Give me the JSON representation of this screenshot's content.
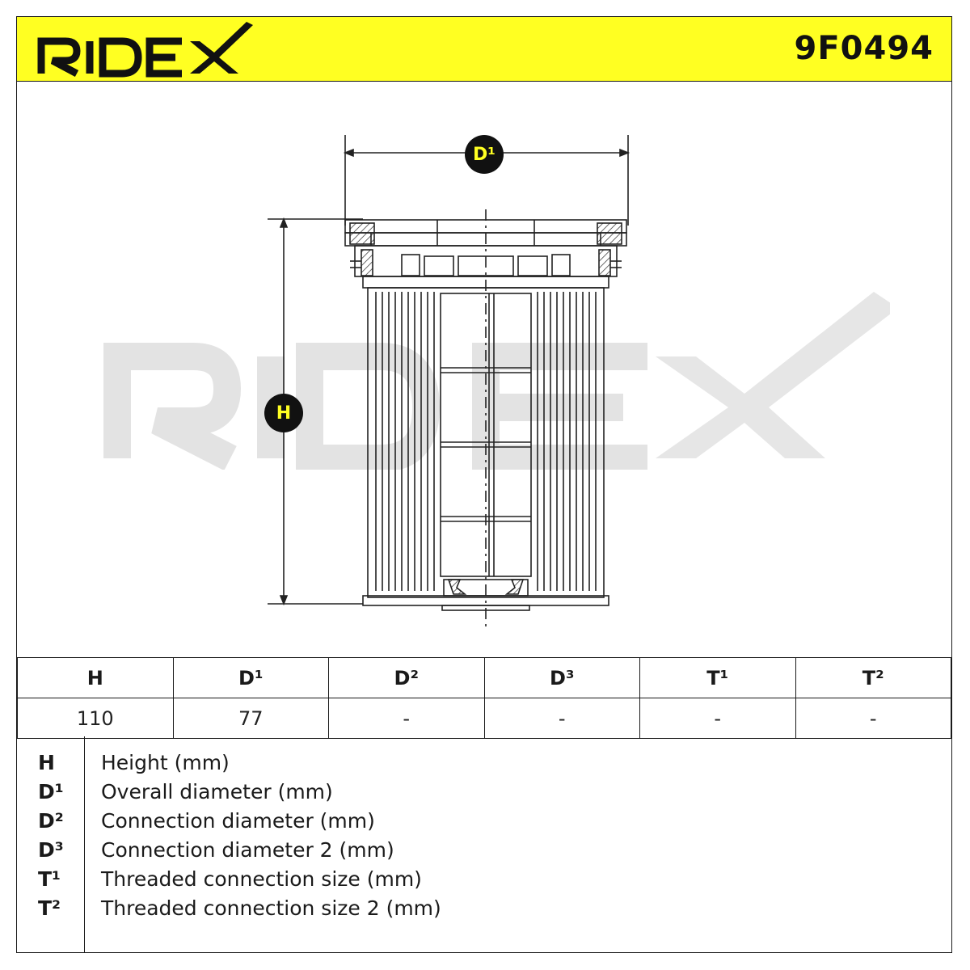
{
  "header": {
    "brand": "RIDEX",
    "part_number": "9F0494",
    "colors": {
      "accent": "#ffff22",
      "ink": "#111111",
      "watermark": "#e6e6e6"
    }
  },
  "drawing": {
    "label_d1": "D¹",
    "label_h": "H"
  },
  "dimensions_table": {
    "headers": [
      "H",
      "D¹",
      "D²",
      "D³",
      "T¹",
      "T²"
    ],
    "values": [
      "110",
      "77",
      "-",
      "-",
      "-",
      "-"
    ]
  },
  "legend": [
    {
      "key": "H",
      "text": "Height (mm)"
    },
    {
      "key": "D¹",
      "text": "Overall diameter (mm)"
    },
    {
      "key": "D²",
      "text": "Connection diameter (mm)"
    },
    {
      "key": "D³",
      "text": "Connection diameter 2 (mm)"
    },
    {
      "key": "T¹",
      "text": "Threaded connection size (mm)"
    },
    {
      "key": "T²",
      "text": "Threaded connection size 2 (mm)"
    }
  ]
}
